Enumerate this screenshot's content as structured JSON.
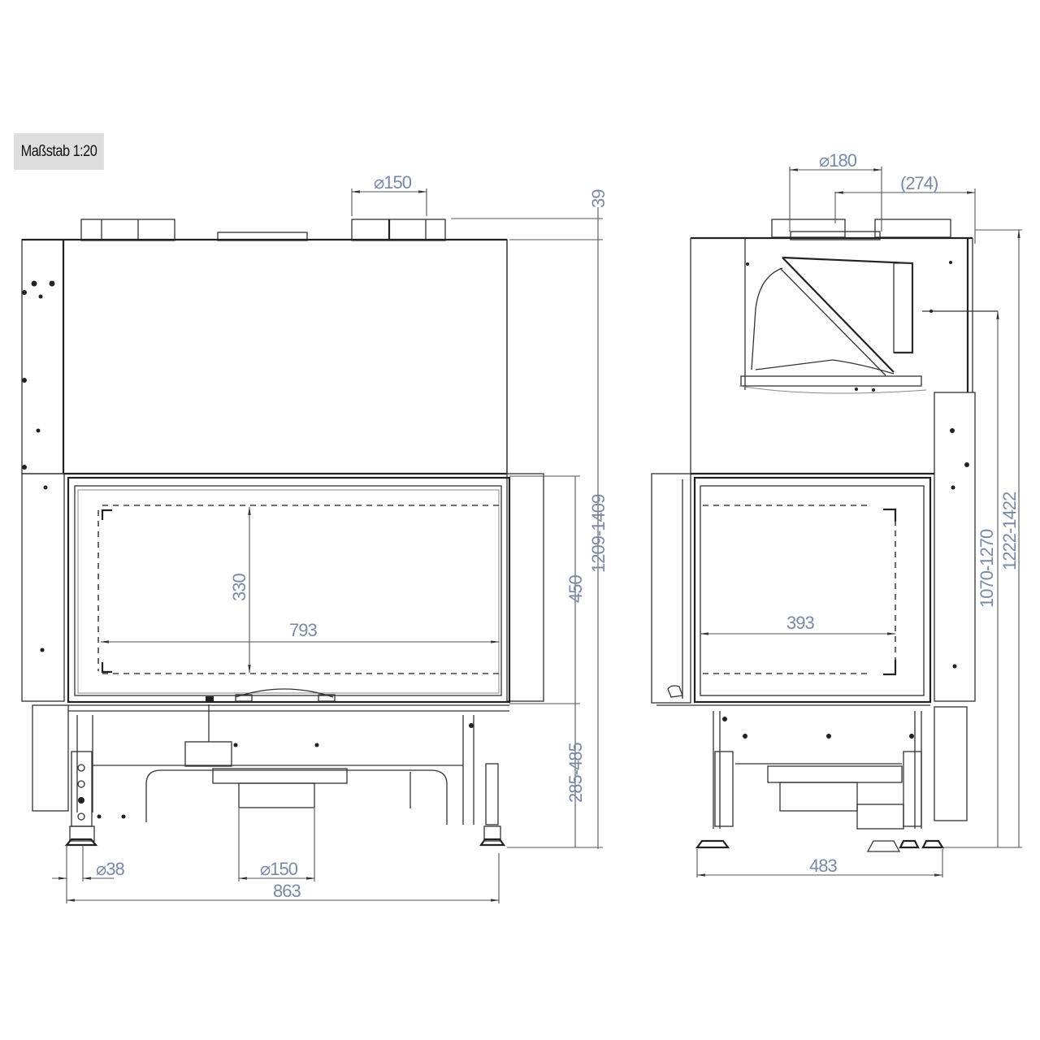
{
  "scale_label": "Maßstab 1:20",
  "front_view": {
    "dims": {
      "flue_top": "⌀150",
      "top_height": "39",
      "total_height": "1209-1409",
      "door_height": "450",
      "base_height": "285-485",
      "glass_height": "330",
      "glass_width": "793",
      "foot": "⌀38",
      "air_inlet": "⌀150",
      "total_width": "863"
    }
  },
  "side_view": {
    "dims": {
      "flue_top": "⌀180",
      "flue_offset": "(274)",
      "side_height": "1070-1270",
      "total_height": "1222-1422",
      "glass_width": "393",
      "total_depth": "483"
    }
  },
  "colors": {
    "line": "#333333",
    "dimension_text": "#7a8aa6",
    "badge_bg": "#dedede"
  }
}
